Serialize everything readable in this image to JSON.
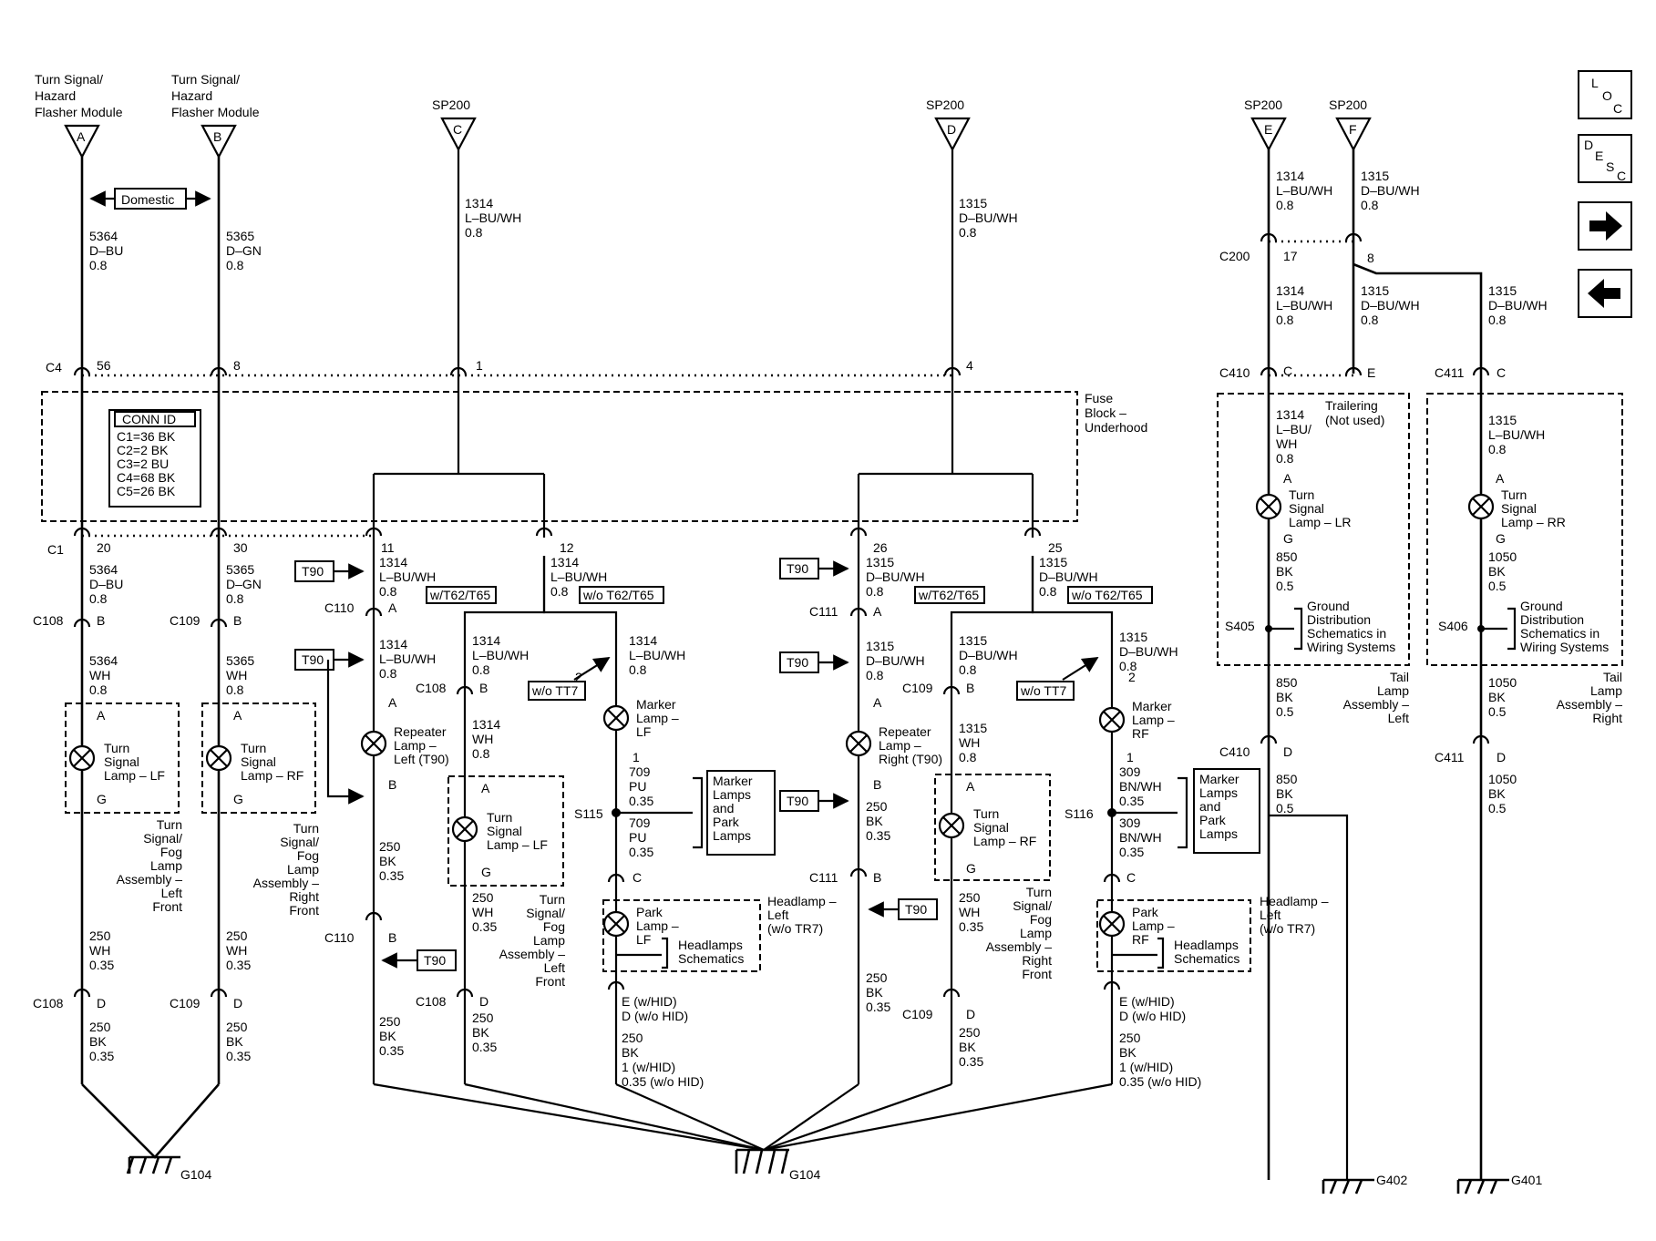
{
  "sources": {
    "tsm_a": [
      "Turn Signal/",
      "Hazard",
      "Flasher Module"
    ],
    "tsm_b": [
      "Turn Signal/",
      "Hazard",
      "Flasher Module"
    ],
    "sp200": "SP200",
    "pins": {
      "a": "A",
      "b": "B",
      "c": "C",
      "d": "D",
      "e": "E",
      "f": "F"
    }
  },
  "labels": {
    "domestic": "Domestic",
    "fuse_block": [
      "Fuse",
      "Block –",
      "Underhood"
    ],
    "conn_id_title": "CONN ID",
    "conn_id": [
      "C1=36 BK",
      "C2=2 BK",
      "C3=2 BU",
      "C4=68 BK",
      "C5=26 BK"
    ],
    "t90": "T90",
    "w_t62": "w/T62/T65",
    "wo_t62": "w/o T62/T65",
    "wo_tt7": "w/o TT7",
    "trailering": [
      "Trailering",
      "(Not used)"
    ],
    "ground_dist": [
      "Ground",
      "Distribution",
      "Schematics in",
      "Wiring Systems"
    ],
    "marker_park": [
      "Marker",
      "Lamps",
      "and",
      "Park",
      "Lamps"
    ],
    "headlamps_sch": [
      "Headlamps",
      "Schematics"
    ],
    "headlamp_left": [
      "Headlamp –",
      "Left",
      "(w/o TR7)"
    ]
  },
  "connectors": {
    "c4": "C4",
    "c1": "C1",
    "c108": "C108",
    "c109": "C109",
    "c110": "C110",
    "c111": "C111",
    "c200": "C200",
    "c410": "C410",
    "c411": "C411",
    "s115": "S115",
    "s116": "S116",
    "s405": "S405",
    "s406": "S406",
    "n56": "56",
    "n8": "8",
    "n1": "1",
    "n4": "4",
    "n20": "20",
    "n30": "30",
    "n11": "11",
    "n12": "12",
    "n26": "26",
    "n25": "25",
    "n17": "17",
    "n2": "2"
  },
  "wires": {
    "w5364_dbu": [
      "5364",
      "D–BU",
      "0.8"
    ],
    "w5365_dgn": [
      "5365",
      "D–GN",
      "0.8"
    ],
    "w5364_wh": [
      "5364",
      "WH",
      "0.8"
    ],
    "w5365_wh": [
      "5365",
      "WH",
      "0.8"
    ],
    "w1314_lbuwh": [
      "1314",
      "L–BU/WH",
      "0.8"
    ],
    "w1315_dbuwh": [
      "1315",
      "D–BU/WH",
      "0.8"
    ],
    "w1315_lbuwh": [
      "1315",
      "L–BU/WH",
      "0.8"
    ],
    "w1314_lbu_split": [
      "1314",
      "L–BU/",
      "WH",
      "0.8"
    ],
    "w1314_wh": [
      "1314",
      "WH",
      "0.8"
    ],
    "w1315_wh": [
      "1315",
      "WH",
      "0.8"
    ],
    "w709_pu": [
      "709",
      "PU",
      "0.35"
    ],
    "w309_bnwh": [
      "309",
      "BN/WH",
      "0.35"
    ],
    "w250_wh": [
      "250",
      "WH",
      "0.35"
    ],
    "w250_bk": [
      "250",
      "BK",
      "0.35"
    ],
    "w250_bk_hid": [
      "250",
      "BK",
      "1 (w/HID)",
      "0.35 (w/o HID)"
    ],
    "w850_bk": [
      "850",
      "BK",
      "0.5"
    ],
    "w1050_bk": [
      "1050",
      "BK",
      "0.5"
    ],
    "hid_pins": [
      "E (w/HID)",
      "D (w/o HID)"
    ]
  },
  "lamps": {
    "ts_lf": [
      "Turn",
      "Signal",
      "Lamp – LF"
    ],
    "ts_rf": [
      "Turn",
      "Signal",
      "Lamp – RF"
    ],
    "rep_left": [
      "Repeater",
      "Lamp –",
      "Left (T90)"
    ],
    "rep_right": [
      "Repeater",
      "Lamp –",
      "Right (T90)"
    ],
    "marker_lf": [
      "Marker",
      "Lamp –",
      "LF"
    ],
    "marker_rf": [
      "Marker",
      "Lamp –",
      "RF"
    ],
    "park_lf": [
      "Park",
      "Lamp –",
      "LF"
    ],
    "park_rf": [
      "Park",
      "Lamp –",
      "RF"
    ],
    "ts_lr": [
      "Turn",
      "Signal",
      "Lamp – LR"
    ],
    "ts_rr": [
      "Turn",
      "Signal",
      "Lamp – RR"
    ]
  },
  "assemblies": {
    "fog_left_front": [
      "Turn",
      "Signal/",
      "Fog",
      "Lamp",
      "Assembly –",
      "Left",
      "Front"
    ],
    "fog_right_front": [
      "Turn",
      "Signal/",
      "Fog",
      "Lamp",
      "Assembly –",
      "Right",
      "Front"
    ],
    "tail_left": [
      "Tail",
      "Lamp",
      "Assembly –",
      "Left"
    ],
    "tail_right": [
      "Tail",
      "Lamp",
      "Assembly –",
      "Right"
    ]
  },
  "grounds": {
    "g104": "G104",
    "g402": "G402",
    "g401": "G401"
  },
  "nav": {
    "loc": [
      "L",
      "O",
      "C"
    ],
    "desc": [
      "D",
      "E",
      "S",
      "C"
    ],
    "next_icon": "arrow-right-icon",
    "prev_icon": "arrow-left-icon"
  }
}
